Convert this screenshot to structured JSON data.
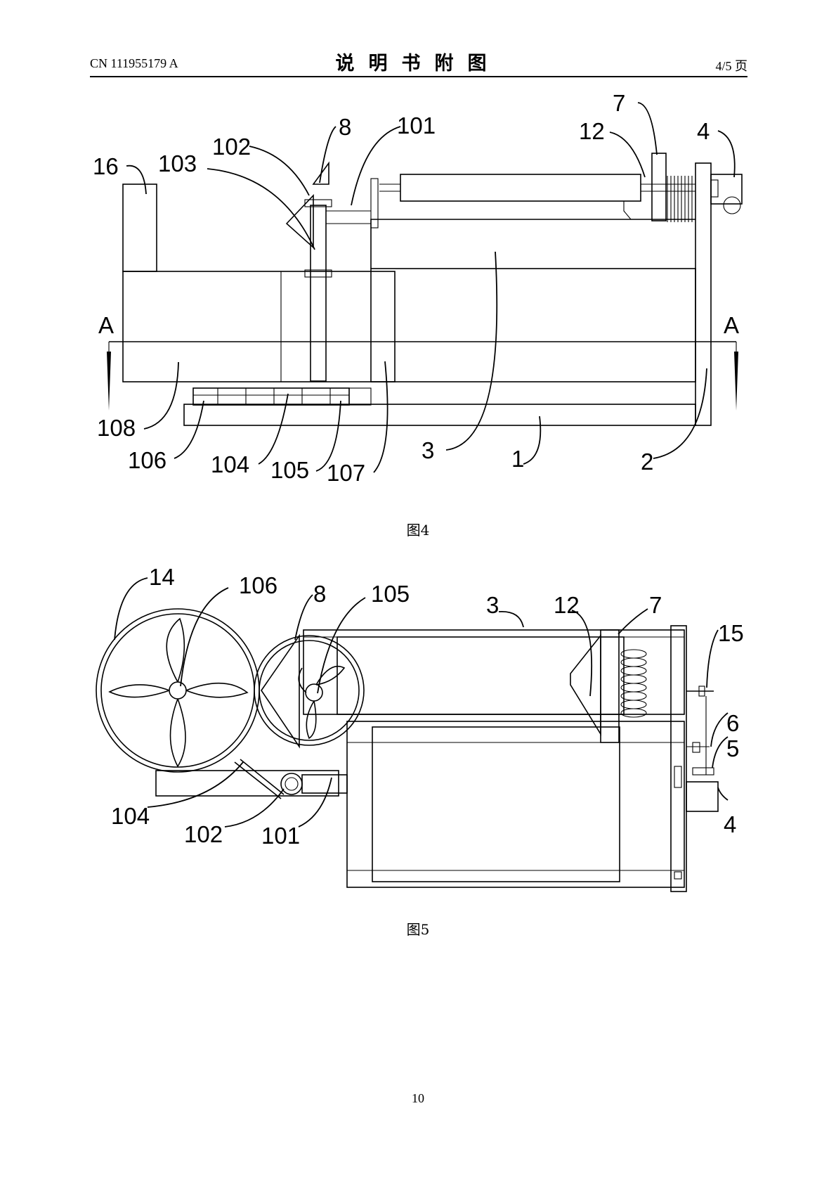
{
  "header": {
    "publication": "CN 111955179 A",
    "title": "说明书附图",
    "page_of": "4/5 页"
  },
  "figure4": {
    "caption": "图4",
    "section_marks": [
      "A",
      "A"
    ],
    "labels": [
      "16",
      "103",
      "102",
      "8",
      "101",
      "12",
      "7",
      "4",
      "108",
      "106",
      "104",
      "105",
      "107",
      "3",
      "1",
      "2"
    ]
  },
  "figure5": {
    "caption": "图5",
    "labels": [
      "14",
      "106",
      "8",
      "105",
      "3",
      "12",
      "7",
      "15",
      "6",
      "5",
      "4",
      "104",
      "102",
      "101"
    ]
  },
  "page_number": "10"
}
